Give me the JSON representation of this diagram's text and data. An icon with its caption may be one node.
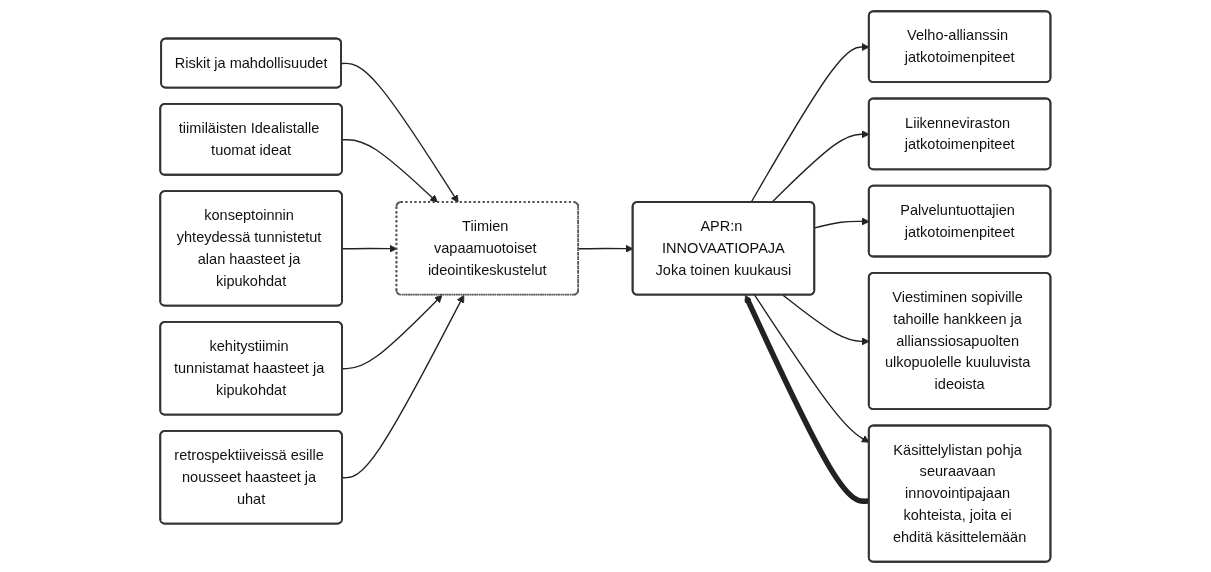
{
  "diagram": {
    "nodes": [
      {
        "text": [
          "Riskit ja mahdollisuudet"
        ]
      },
      {
        "text": [
          "tiimiläisten Idealistalle tuomat ideat"
        ]
      },
      {
        "text": [
          "konseptoinnin yhteydessä tunnistetut alan haasteet ja kipukohdat"
        ]
      },
      {
        "text": [
          "kehitystiimin tunnistamat haasteet ja kipukohdat"
        ]
      },
      {
        "text": [
          "retrospektiiveissä esille nousseet haasteet ja uhat"
        ]
      },
      {
        "text": [
          "Tiimien vapaamuotoiset ideointikeskustelut"
        ]
      },
      {
        "text": [
          "APR:n INNOVAATIOPAJA",
          "Joka toinen kuukausi"
        ]
      },
      {
        "text": [
          "Velho-allianssin jatkotoimenpiteet"
        ]
      },
      {
        "text": [
          "Liikenneviraston jatkotoimenpiteet"
        ]
      },
      {
        "text": [
          "Palveluntuottajien jatkotoimenpiteet"
        ]
      },
      {
        "text": [
          "Viestiminen sopiville tahoille hankkeen ja allianssiosapuolten ulkopuolelle kuuluvista ideoista"
        ]
      },
      {
        "text": [
          "Käsittelylistan pohja seuraavaan innovointipajaan kohteista, joita ei ehditä käsittelemään"
        ]
      }
    ],
    "edges": [
      {
        "from": 0,
        "to": 5,
        "arrow": "to"
      },
      {
        "from": 1,
        "to": 5,
        "arrow": "to"
      },
      {
        "from": 2,
        "to": 5,
        "arrow": "to"
      },
      {
        "from": 3,
        "to": 5,
        "arrow": "to"
      },
      {
        "from": 4,
        "to": 5,
        "arrow": "to"
      },
      {
        "from": 5,
        "to": 6,
        "arrow": "to"
      },
      {
        "from": 6,
        "to": 7,
        "arrow": "to"
      },
      {
        "from": 6,
        "to": 8,
        "arrow": "to"
      },
      {
        "from": 6,
        "to": 9,
        "arrow": "to"
      },
      {
        "from": 6,
        "to": 10,
        "arrow": "to"
      },
      {
        "from": 6,
        "to": 11,
        "arrow": "to"
      },
      {
        "from": 11,
        "to": 6,
        "arrow": "to",
        "style": "thick"
      }
    ]
  }
}
